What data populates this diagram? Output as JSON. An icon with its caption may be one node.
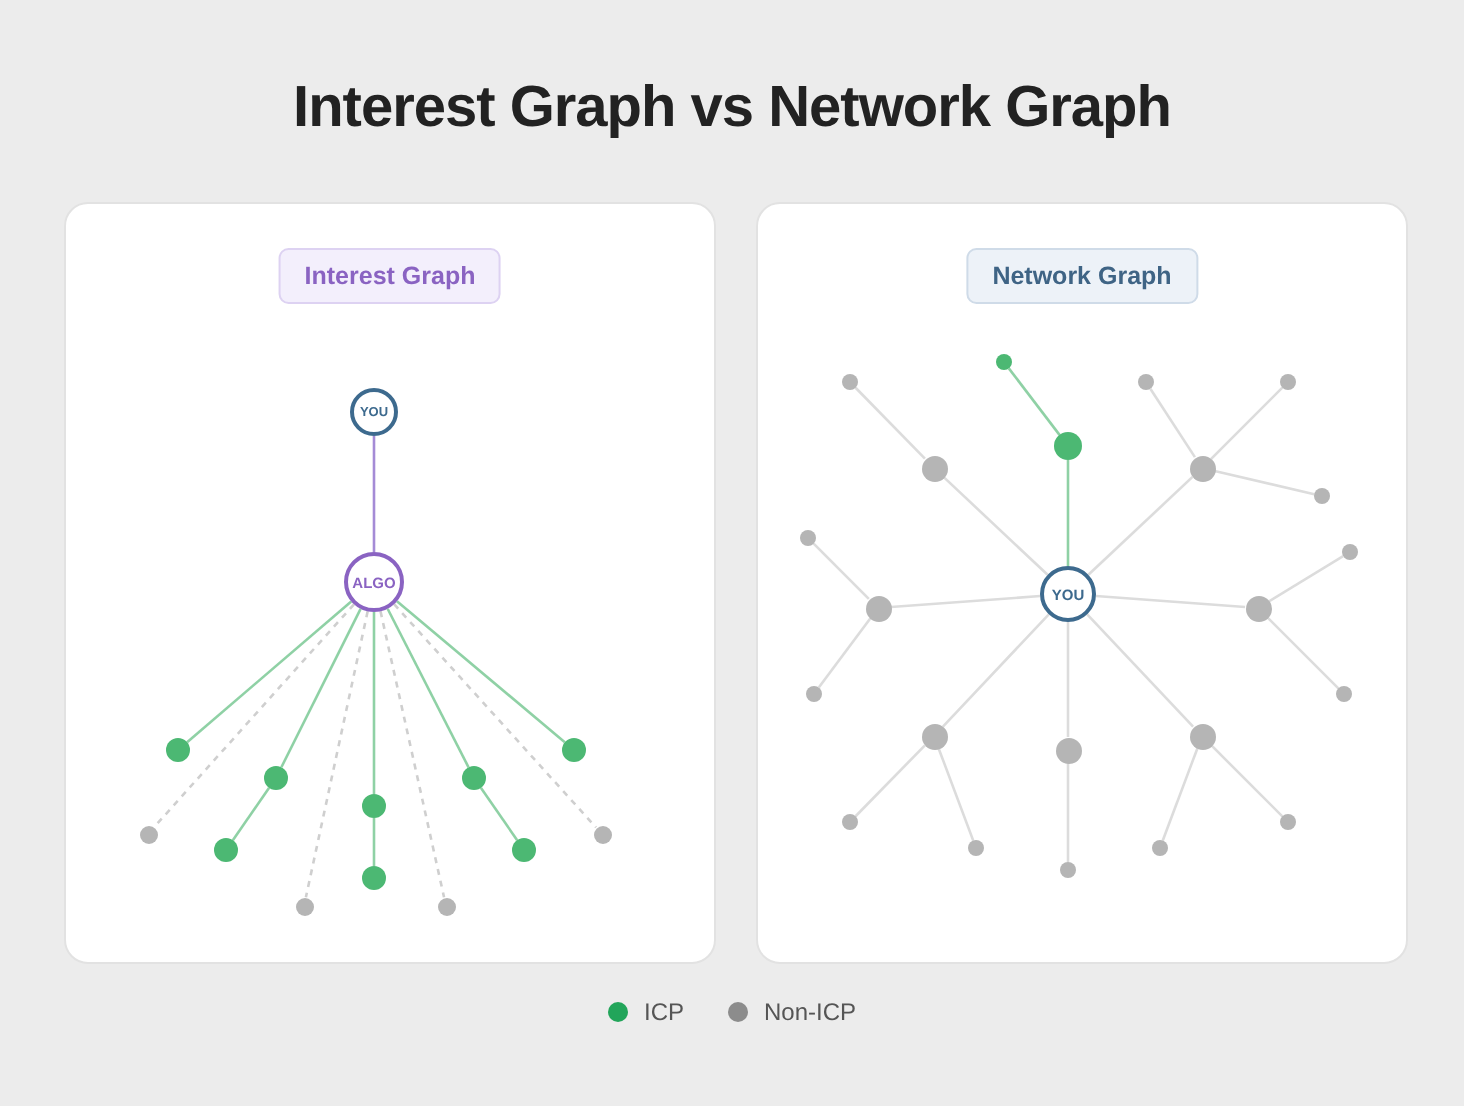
{
  "diagram": {
    "title": "Interest Graph vs Network Graph",
    "nodes": [
      {
        "text": [
          "Interest Graph"
        ]
      },
      {
        "text": [
          "YOU"
        ],
        "in": 0
      },
      {
        "text": [
          "ALGO"
        ],
        "in": 0
      },
      {
        "text": [],
        "shape": "circle",
        "in": 0
      },
      {
        "text": [],
        "shape": "circle",
        "in": 0
      },
      {
        "text": [],
        "shape": "circle",
        "in": 0
      },
      {
        "text": [],
        "shape": "circle",
        "in": 0
      },
      {
        "text": [],
        "shape": "circle",
        "in": 0
      },
      {
        "text": [],
        "shape": "circle",
        "in": 0
      },
      {
        "text": [],
        "shape": "circle",
        "in": 0
      },
      {
        "text": [],
        "shape": "circle",
        "in": 0
      },
      {
        "text": [],
        "shape": "circle",
        "in": 0
      },
      {
        "text": [],
        "shape": "circle",
        "in": 0
      },
      {
        "text": [],
        "shape": "circle",
        "in": 0
      },
      {
        "text": [],
        "shape": "circle",
        "in": 0
      },
      {
        "text": [
          "Network Graph"
        ]
      },
      {
        "text": [],
        "shape": "circle",
        "in": 15
      },
      {
        "text": [],
        "shape": "circle",
        "in": 15
      },
      {
        "text": [],
        "shape": "circle",
        "in": 15
      },
      {
        "text": [],
        "shape": "circle",
        "in": 15
      },
      {
        "text": [],
        "shape": "circle",
        "in": 15
      },
      {
        "text": [],
        "shape": "circle",
        "in": 15
      },
      {
        "text": [],
        "shape": "circle",
        "in": 15
      },
      {
        "text": [],
        "shape": "circle",
        "in": 15
      },
      {
        "text": [],
        "shape": "circle",
        "in": 15
      },
      {
        "text": [],
        "shape": "circle",
        "in": 15
      },
      {
        "text": [
          "YOU"
        ],
        "in": 15
      },
      {
        "text": [],
        "shape": "circle",
        "in": 15
      },
      {
        "text": [],
        "shape": "circle",
        "in": 15
      },
      {
        "text": [],
        "shape": "circle",
        "in": 15
      },
      {
        "text": [],
        "shape": "circle",
        "in": 15
      },
      {
        "text": [],
        "shape": "circle",
        "in": 15
      },
      {
        "text": [],
        "shape": "circle",
        "in": 15
      },
      {
        "text": [],
        "shape": "circle",
        "in": 15
      },
      {
        "text": [],
        "shape": "circle",
        "in": 15
      },
      {
        "text": [],
        "shape": "circle",
        "in": 15
      },
      {
        "text": [],
        "shape": "circle",
        "in": 15
      },
      {
        "text": [],
        "shape": "circle",
        "in": 15
      },
      {
        "text": [],
        "shape": "circle",
        "in": 15
      }
    ],
    "edges": [
      {
        "from": 1,
        "to": 2,
        "arrow": "none",
        "color": "#a58bd6"
      },
      {
        "from": 2,
        "to": 3,
        "arrow": "none",
        "color": "#8fd1a5"
      },
      {
        "from": 2,
        "to": 5,
        "arrow": "none",
        "color": "#8fd1a5"
      },
      {
        "from": 5,
        "to": 10,
        "arrow": "none",
        "color": "#8fd1a5"
      },
      {
        "from": 2,
        "to": 7,
        "arrow": "none",
        "color": "#8fd1a5"
      },
      {
        "from": 7,
        "to": 12,
        "arrow": "none",
        "color": "#8fd1a5"
      },
      {
        "from": 2,
        "to": 6,
        "arrow": "none",
        "color": "#8fd1a5"
      },
      {
        "from": 6,
        "to": 11,
        "arrow": "none",
        "color": "#8fd1a5"
      },
      {
        "from": 2,
        "to": 4,
        "arrow": "none",
        "color": "#8fd1a5"
      },
      {
        "from": 2,
        "to": 8,
        "arrow": "none",
        "style": "dashed"
      },
      {
        "from": 2,
        "to": 13,
        "arrow": "none",
        "style": "dashed"
      },
      {
        "from": 2,
        "to": 14,
        "arrow": "none",
        "style": "dashed"
      },
      {
        "from": 2,
        "to": 9,
        "arrow": "none",
        "style": "dashed"
      },
      {
        "from": 26,
        "to": 20,
        "arrow": "none",
        "color": "#8fd1a5"
      },
      {
        "from": 20,
        "to": 16,
        "arrow": "none",
        "color": "#8fd1a5"
      },
      {
        "from": 26,
        "to": 21,
        "arrow": "none"
      },
      {
        "from": 21,
        "to": 17,
        "arrow": "none"
      },
      {
        "from": 26,
        "to": 22,
        "arrow": "none"
      },
      {
        "from": 22,
        "to": 18,
        "arrow": "none"
      },
      {
        "from": 22,
        "to": 19,
        "arrow": "none"
      },
      {
        "from": 22,
        "to": 23,
        "arrow": "none"
      },
      {
        "from": 26,
        "to": 27,
        "arrow": "none"
      },
      {
        "from": 27,
        "to": 24,
        "arrow": "none"
      },
      {
        "from": 27,
        "to": 29,
        "arrow": "none"
      },
      {
        "from": 26,
        "to": 28,
        "arrow": "none"
      },
      {
        "from": 28,
        "to": 25,
        "arrow": "none"
      },
      {
        "from": 28,
        "to": 30,
        "arrow": "none"
      },
      {
        "from": 26,
        "to": 31,
        "arrow": "none"
      },
      {
        "from": 31,
        "to": 34,
        "arrow": "none"
      },
      {
        "from": 31,
        "to": 36,
        "arrow": "none"
      },
      {
        "from": 26,
        "to": 33,
        "arrow": "none"
      },
      {
        "from": 33,
        "to": 38,
        "arrow": "none"
      },
      {
        "from": 26,
        "to": 32,
        "arrow": "none"
      },
      {
        "from": 32,
        "to": 37,
        "arrow": "none"
      },
      {
        "from": 32,
        "to": 35,
        "arrow": "none"
      }
    ],
    "legend": [
      {
        "text": "ICP",
        "color": "#22a55a"
      },
      {
        "text": "Non-ICP",
        "color": "#8c8c8c"
      }
    ]
  }
}
